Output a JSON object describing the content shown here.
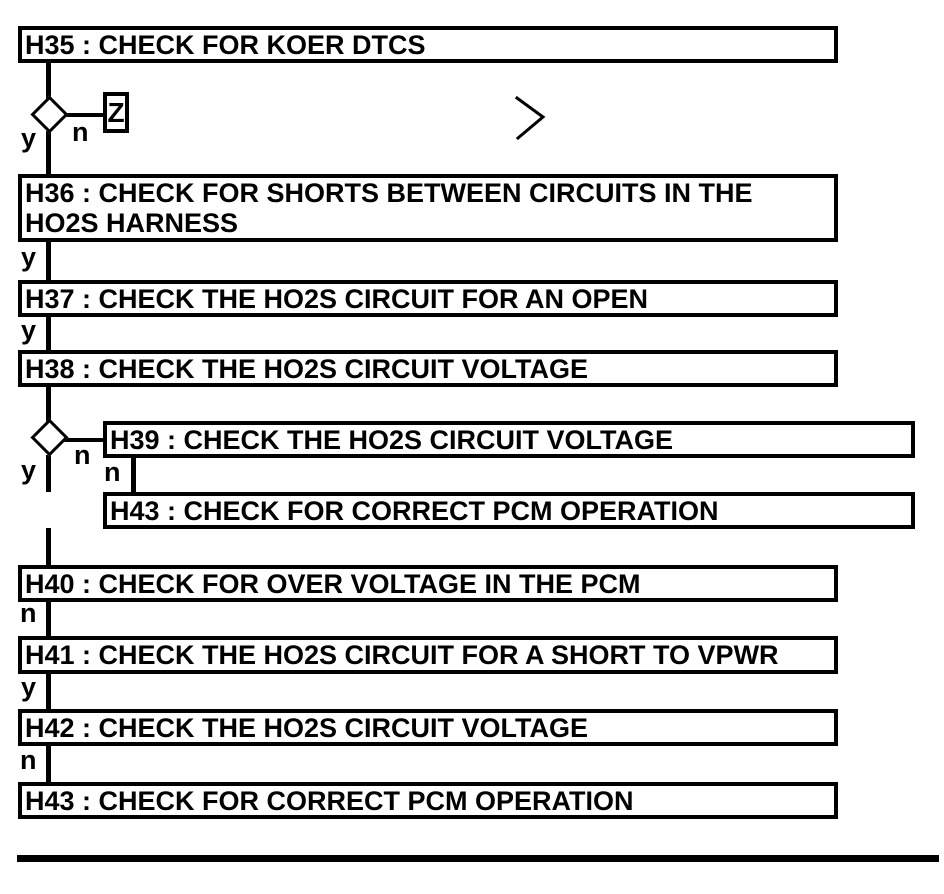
{
  "page": {
    "background": "#ffffff",
    "ink": "#000000"
  },
  "flowchart": {
    "boxes": [
      {
        "id": "H35",
        "lines": [
          "H35 : CHECK FOR KOER DTCS"
        ]
      },
      {
        "id": "H36",
        "lines": [
          "H36 : CHECK FOR SHORTS BETWEEN CIRCUITS IN THE",
          "HO2S HARNESS"
        ]
      },
      {
        "id": "H37",
        "lines": [
          "H37 : CHECK THE HO2S CIRCUIT FOR AN OPEN"
        ]
      },
      {
        "id": "H38",
        "lines": [
          "H38 : CHECK THE HO2S CIRCUIT VOLTAGE"
        ]
      },
      {
        "id": "H39",
        "lines": [
          "H39 : CHECK THE HO2S CIRCUIT VOLTAGE"
        ]
      },
      {
        "id": "H43-top",
        "lines": [
          "H43 : CHECK FOR CORRECT PCM OPERATION"
        ]
      },
      {
        "id": "H40",
        "lines": [
          "H40 : CHECK FOR OVER VOLTAGE IN THE PCM"
        ]
      },
      {
        "id": "H41",
        "lines": [
          "H41 : CHECK THE HO2S CIRCUIT FOR A SHORT TO VPWR"
        ]
      },
      {
        "id": "H42",
        "lines": [
          "H42 : CHECK THE HO2S CIRCUIT VOLTAGE"
        ]
      },
      {
        "id": "H43-bottom",
        "lines": [
          "H43 : CHECK FOR CORRECT PCM OPERATION"
        ]
      }
    ],
    "branch_labels": {
      "d1_yes": "y",
      "d1_no": "n",
      "h36_yes": "y",
      "h37_yes": "y",
      "d2_yes": "y",
      "d2_no": "n",
      "h39_no": "n",
      "h40_no": "n",
      "h41_yes": "y",
      "h42_no": "n"
    },
    "off_page_connector": {
      "label": "Z"
    }
  }
}
